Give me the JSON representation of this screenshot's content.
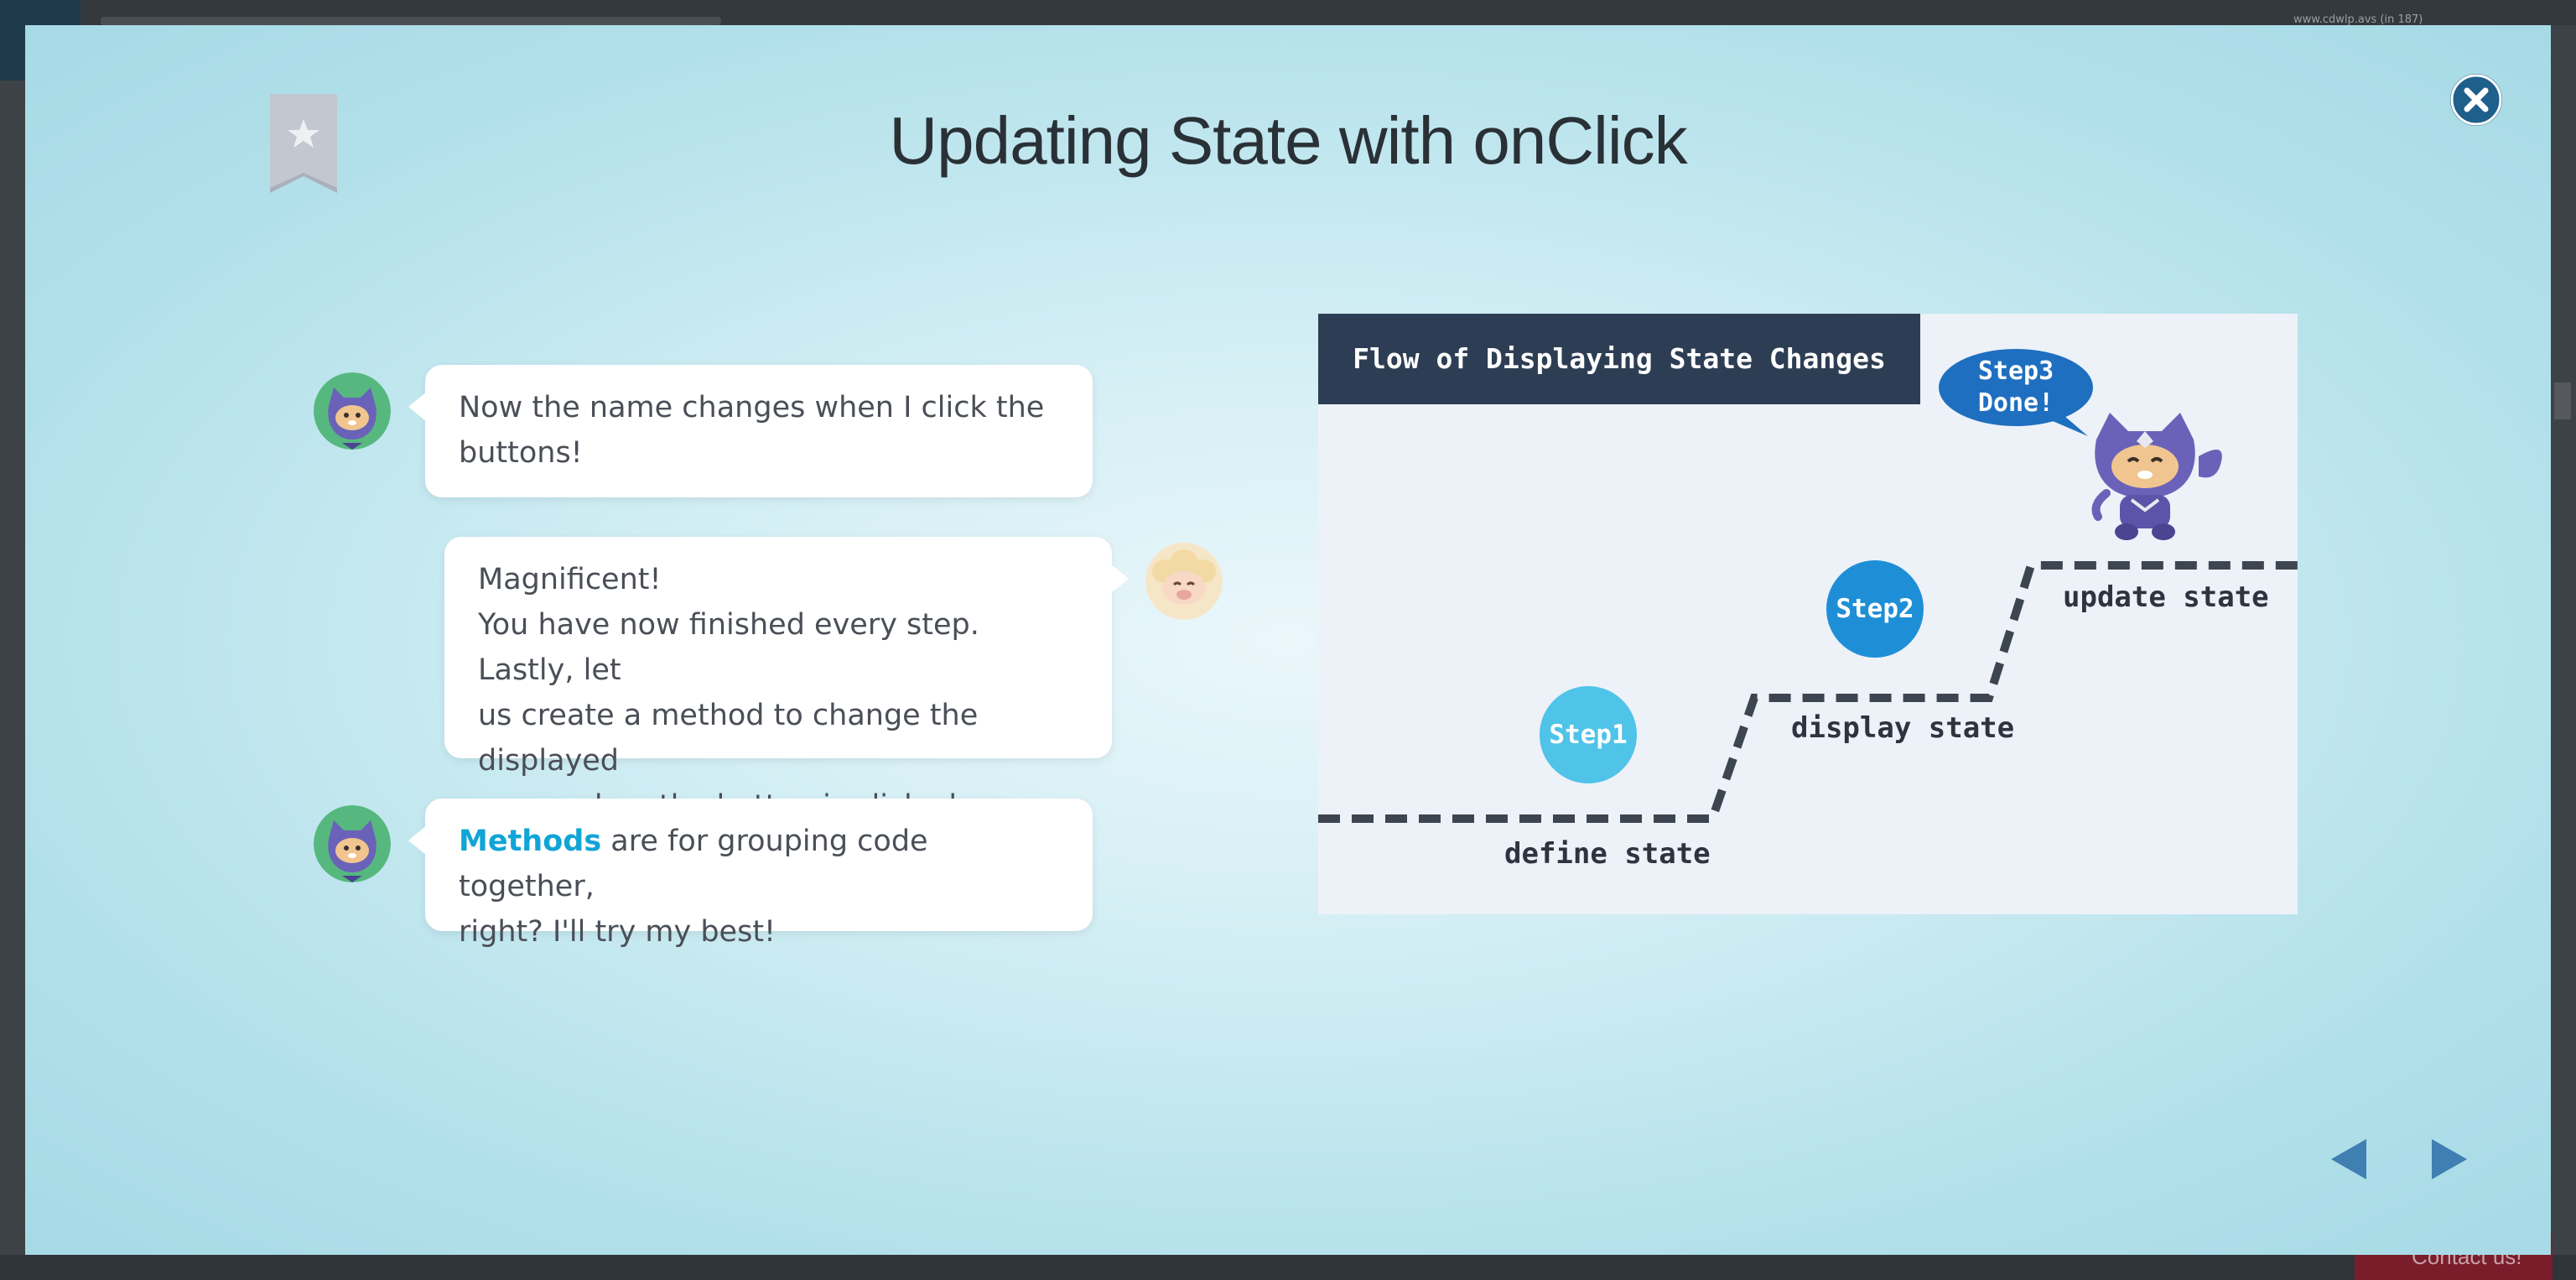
{
  "background": {
    "top_right_text": "www.cdwlp.avs (in 187)",
    "contact_label": "Contact us!"
  },
  "modal": {
    "title": "Updating State with onClick",
    "bookmark_icon": "star-bookmark-icon",
    "close_icon": "close-icon",
    "colors": {
      "accent": "#11a4d6",
      "close": "#1f5f8b",
      "header": "#2d3e54"
    }
  },
  "chat": {
    "messages": [
      {
        "speaker": "ninja",
        "lines": [
          "Now the name changes when I click the",
          "buttons!"
        ]
      },
      {
        "speaker": "sheep",
        "lines": [
          "Magnificent!",
          "You have now finished every step. Lastly, let",
          "us create a method to change the displayed",
          "name when the button is clicked."
        ]
      },
      {
        "speaker": "ninja",
        "term": "Methods",
        "line1_rest": " are for grouping code together,",
        "line2": "right? I'll try my best!"
      }
    ]
  },
  "diagram": {
    "header": "Flow of Displaying State Changes",
    "steps": [
      {
        "badge": "Step1",
        "label": "define state",
        "color": "#4fc3e8"
      },
      {
        "badge": "Step2",
        "label": "display state",
        "color": "#1e8fd6"
      },
      {
        "badge_line1": "Step3",
        "badge_line2": "Done!",
        "label": "update state",
        "color": "#1f6fc0"
      }
    ]
  },
  "nav": {
    "prev_icon": "triangle-left-icon",
    "next_icon": "triangle-right-icon"
  }
}
